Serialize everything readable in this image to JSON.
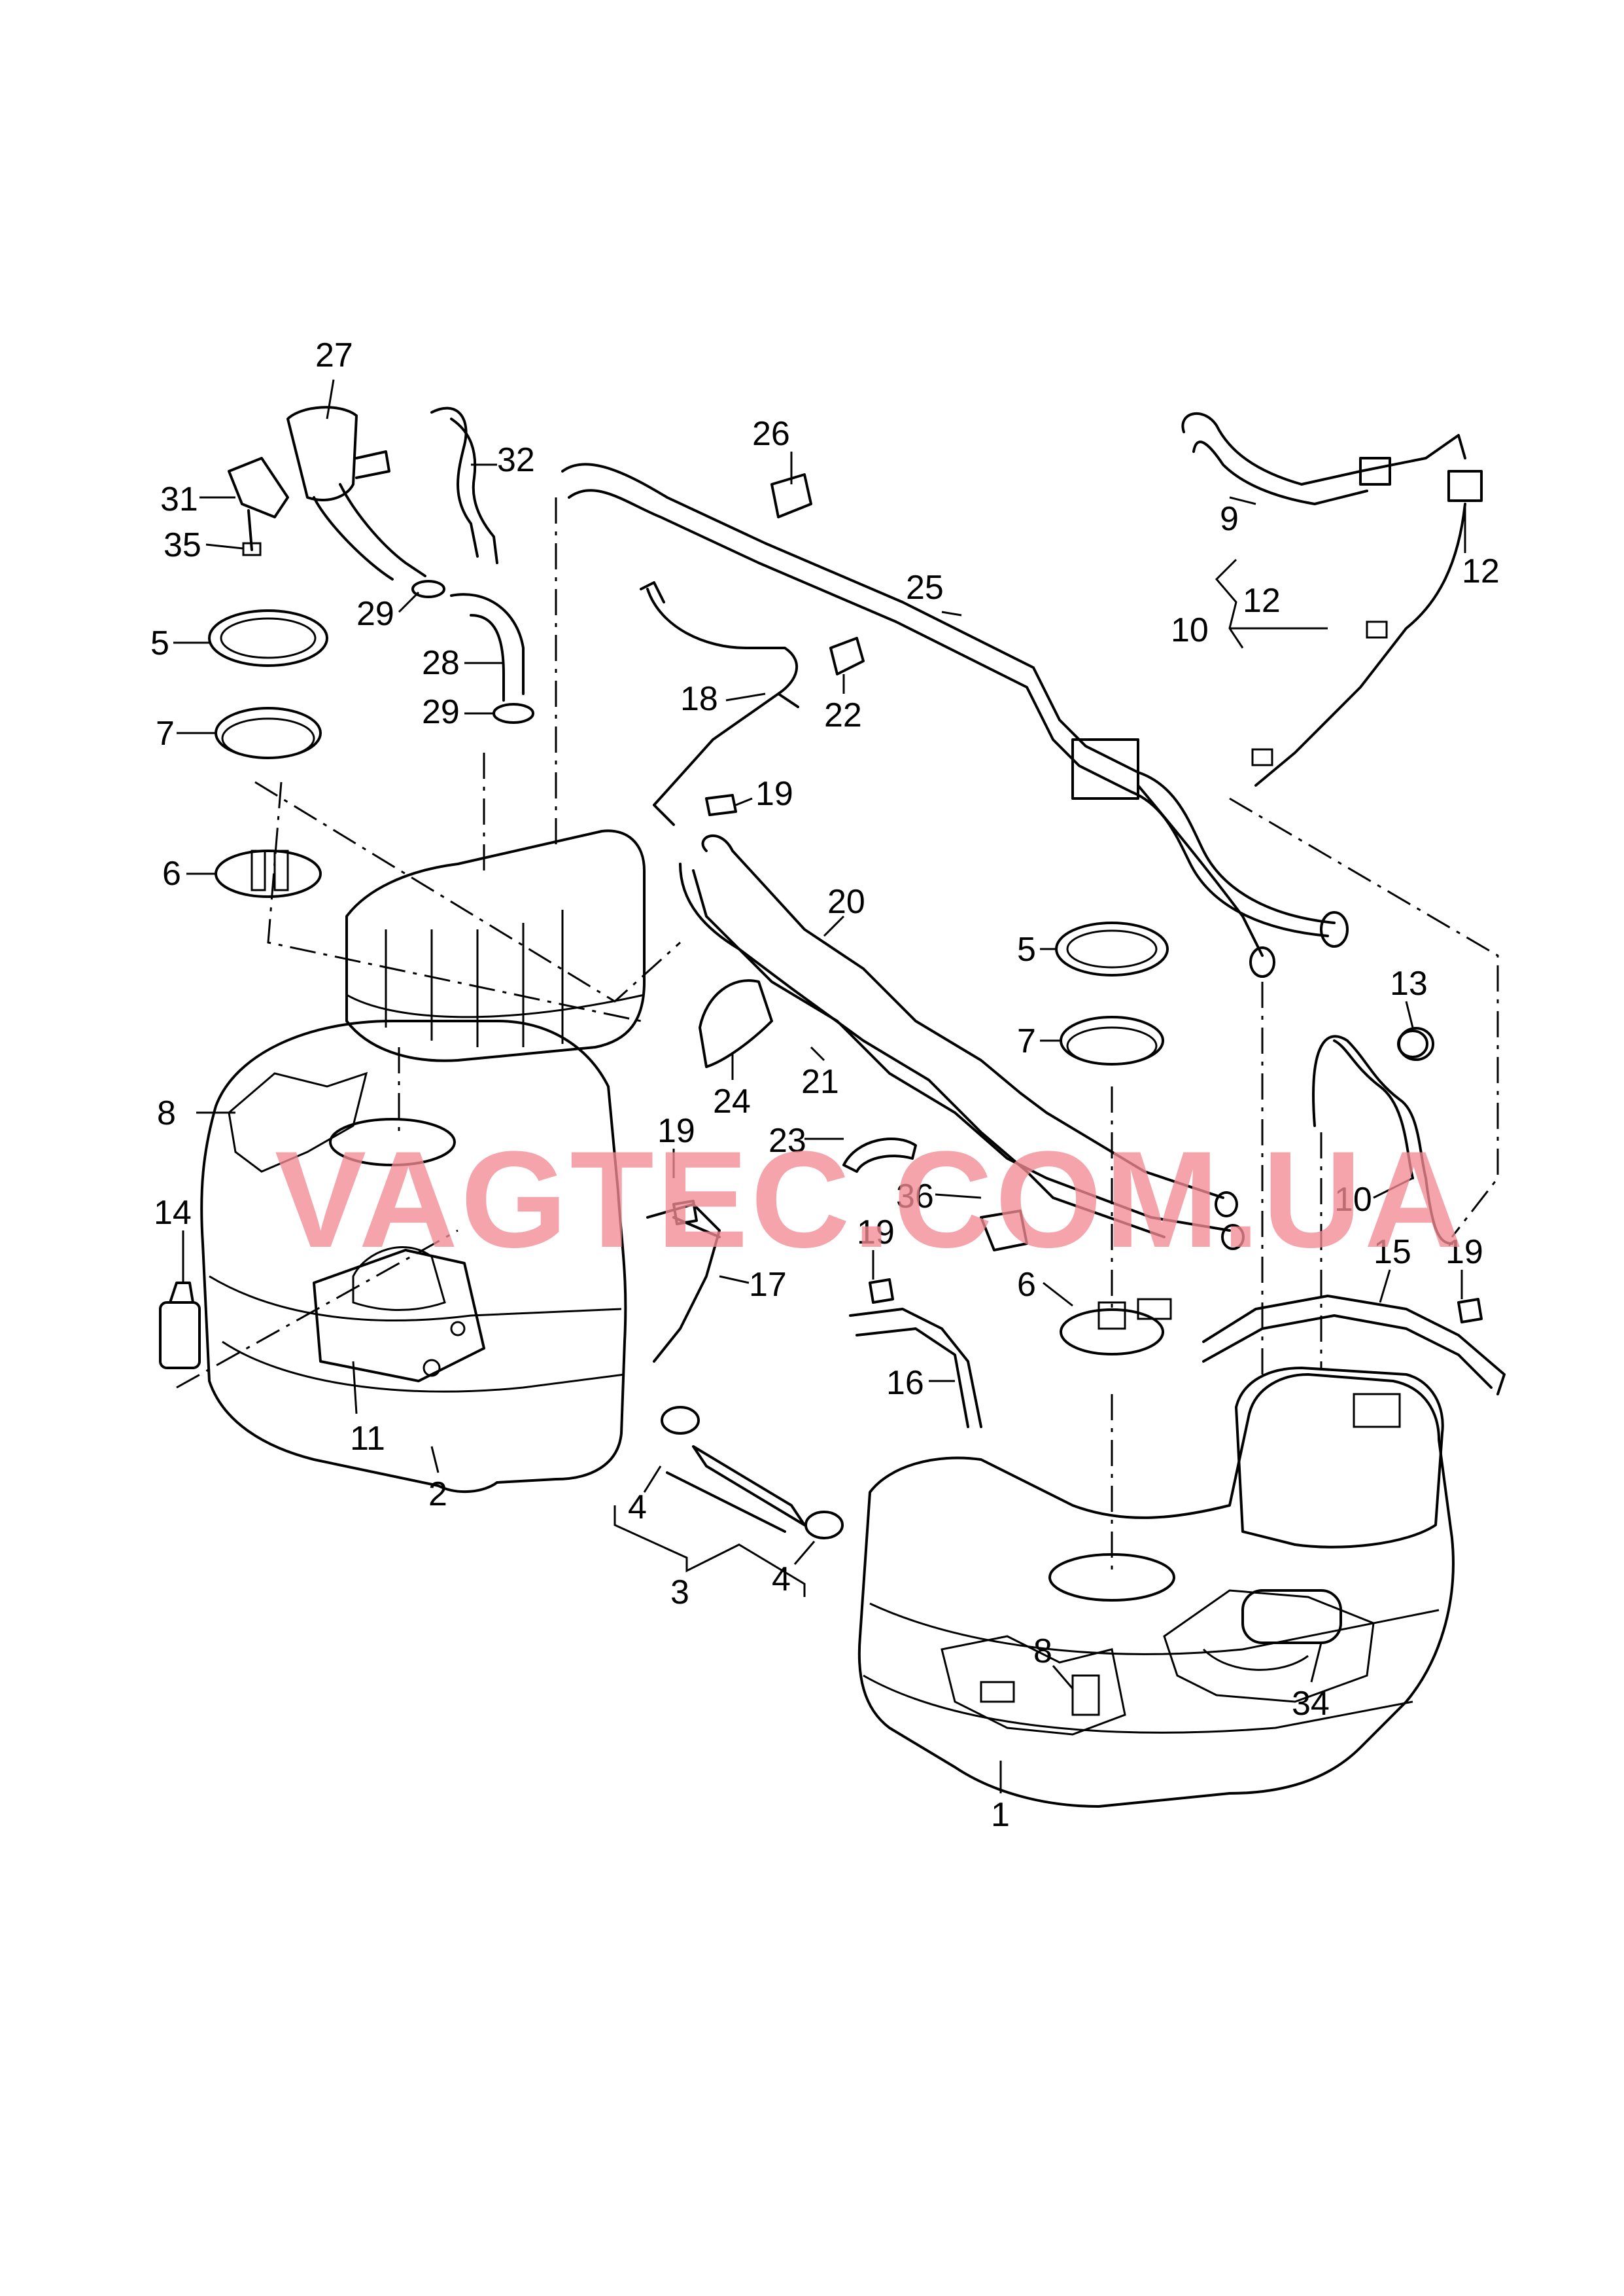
{
  "watermark": "VAGTEC.COM.UA",
  "colors": {
    "line": "#000000",
    "watermark": "#f28b93",
    "background": "#ffffff"
  },
  "callouts": [
    {
      "id": "c27",
      "text": "27"
    },
    {
      "id": "c31",
      "text": "31"
    },
    {
      "id": "c35",
      "text": "35"
    },
    {
      "id": "c32",
      "text": "32"
    },
    {
      "id": "c26",
      "text": "26"
    },
    {
      "id": "c9",
      "text": "9"
    },
    {
      "id": "c12a",
      "text": "12"
    },
    {
      "id": "c12b",
      "text": "12"
    },
    {
      "id": "c10a",
      "text": "10"
    },
    {
      "id": "c25",
      "text": "25"
    },
    {
      "id": "c5a",
      "text": "5"
    },
    {
      "id": "c29a",
      "text": "29"
    },
    {
      "id": "c28",
      "text": "28"
    },
    {
      "id": "c29b",
      "text": "29"
    },
    {
      "id": "c7a",
      "text": "7"
    },
    {
      "id": "c18",
      "text": "18"
    },
    {
      "id": "c22",
      "text": "22"
    },
    {
      "id": "c19a",
      "text": "19"
    },
    {
      "id": "c6a",
      "text": "6"
    },
    {
      "id": "c20",
      "text": "20"
    },
    {
      "id": "c5b",
      "text": "5"
    },
    {
      "id": "c13",
      "text": "13"
    },
    {
      "id": "c7b",
      "text": "7"
    },
    {
      "id": "c21",
      "text": "21"
    },
    {
      "id": "c24",
      "text": "24"
    },
    {
      "id": "c8a",
      "text": "8"
    },
    {
      "id": "c19b",
      "text": "19"
    },
    {
      "id": "c23",
      "text": "23"
    },
    {
      "id": "c10b",
      "text": "10"
    },
    {
      "id": "c14",
      "text": "14"
    },
    {
      "id": "c36",
      "text": "36"
    },
    {
      "id": "c19c",
      "text": "19"
    },
    {
      "id": "c15",
      "text": "15"
    },
    {
      "id": "c19d",
      "text": "19"
    },
    {
      "id": "c17",
      "text": "17"
    },
    {
      "id": "c6b",
      "text": "6"
    },
    {
      "id": "c16",
      "text": "16"
    },
    {
      "id": "c11",
      "text": "11"
    },
    {
      "id": "c2",
      "text": "2"
    },
    {
      "id": "c4a",
      "text": "4"
    },
    {
      "id": "c4b",
      "text": "4"
    },
    {
      "id": "c3",
      "text": "3"
    },
    {
      "id": "c8b",
      "text": "8"
    },
    {
      "id": "c34",
      "text": "34"
    },
    {
      "id": "c1",
      "text": "1"
    }
  ]
}
